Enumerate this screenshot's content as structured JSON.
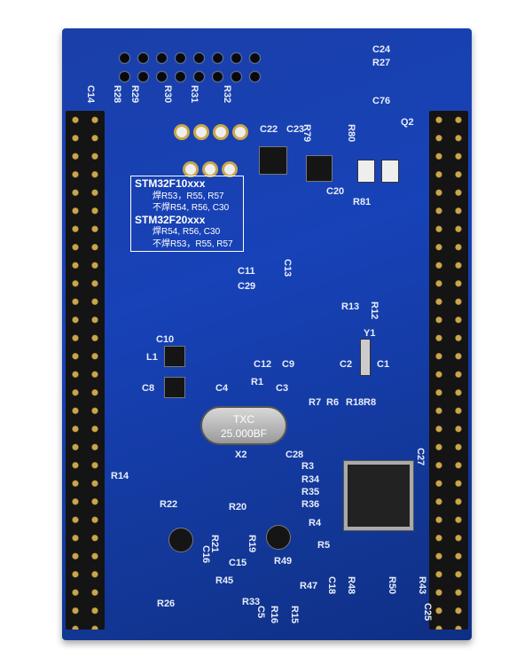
{
  "silkscreen_box": {
    "line1": "STM32F10xxx",
    "line2": "焊R53，R55, R57",
    "line3": "不焊R54, R56, C30",
    "line4": "STM32F20xxx",
    "line5": "焊R54, R56, C30",
    "line6": "不焊R53，R55, R57"
  },
  "crystal": {
    "brand": "TXC",
    "value": "25.000BF"
  },
  "labels": [
    "C24",
    "R27",
    "C14",
    "R28",
    "R29",
    "R30",
    "R31",
    "R32",
    "C22",
    "C23",
    "R79",
    "R80",
    "Q2",
    "C76",
    "C20",
    "R81",
    "C11",
    "C29",
    "C13",
    "R13",
    "R12",
    "C10",
    "L1",
    "C8",
    "C12",
    "C9",
    "C4",
    "R1",
    "C3",
    "C2",
    "C1",
    "Y1",
    "R7",
    "R6",
    "R18",
    "R8",
    "X2",
    "C28",
    "R3",
    "R34",
    "R35",
    "R36",
    "R14",
    "R22",
    "R20",
    "R4",
    "R5",
    "R21",
    "R19",
    "C16",
    "C15",
    "R49",
    "R45",
    "R47",
    "R26",
    "R33",
    "C18",
    "R48",
    "R50",
    "R43",
    "C27",
    "C25",
    "C5",
    "R16",
    "R15"
  ],
  "colors": {
    "board": "#1742b8",
    "header": "#141414",
    "pins": "#caa54a",
    "silkscreen": "#ffffff"
  }
}
